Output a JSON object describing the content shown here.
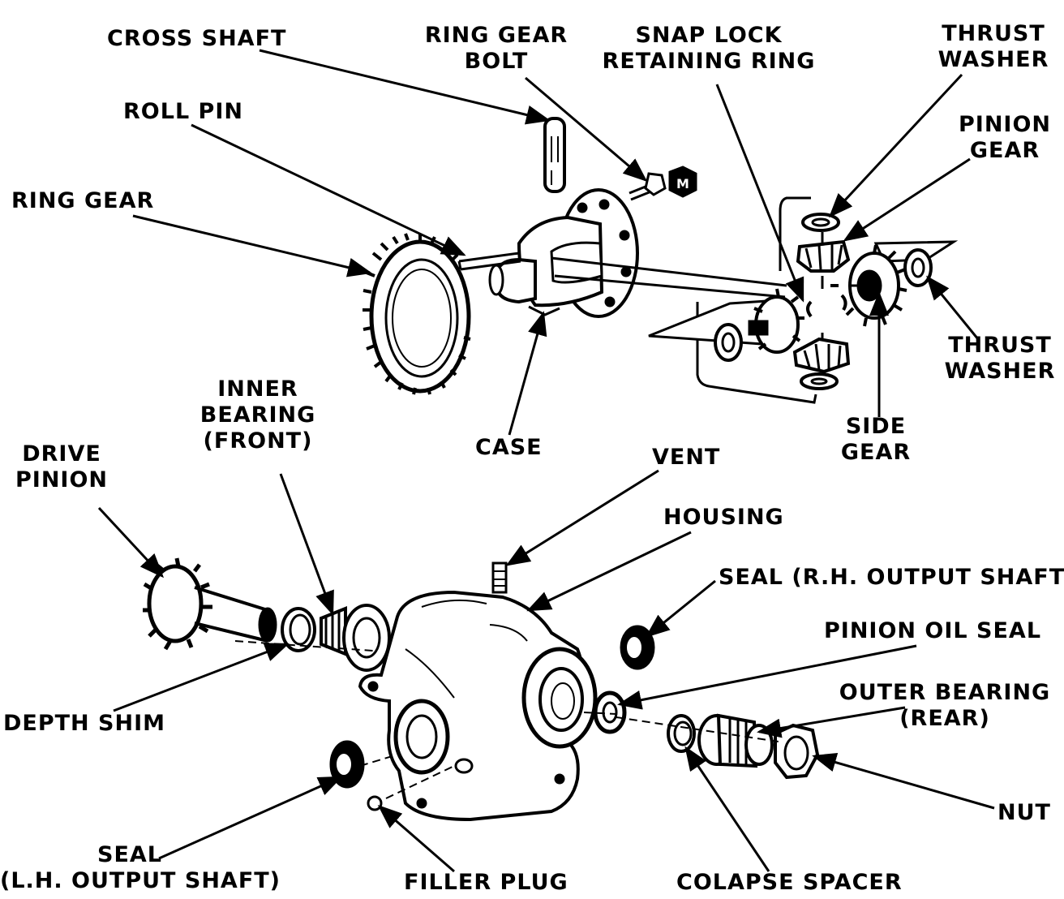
{
  "labels": {
    "cross_shaft": "CROSS SHAFT",
    "ring_gear_bolt": [
      "RING GEAR",
      "BOLT"
    ],
    "snap_lock_retaining_ring": [
      "SNAP LOCK",
      "RETAINING RING"
    ],
    "thrust_washer_top": [
      "THRUST",
      "WASHER"
    ],
    "pinion_gear": [
      "PINION",
      "GEAR"
    ],
    "roll_pin": "ROLL PIN",
    "ring_gear": "RING GEAR",
    "thrust_washer_right": [
      "THRUST",
      "WASHER"
    ],
    "side_gear": [
      "SIDE",
      "GEAR"
    ],
    "case": "CASE",
    "inner_bearing_front": [
      "INNER",
      "BEARING",
      "(FRONT)"
    ],
    "drive_pinion": [
      "DRIVE",
      "PINION"
    ],
    "vent": "VENT",
    "housing": "HOUSING",
    "seal_rh_output_shaft": "SEAL (R.H. OUTPUT SHAFT)",
    "pinion_oil_seal": "PINION OIL SEAL",
    "outer_bearing_rear": [
      "OUTER BEARING",
      "(REAR)"
    ],
    "depth_shim": "DEPTH SHIM",
    "nut": "NUT",
    "seal_lh_output_shaft": [
      "SEAL",
      "(L.H. OUTPUT SHAFT)"
    ],
    "filler_plug": "FILLER PLUG",
    "colapse_spacer": "COLAPSE SPACER"
  },
  "marks": {
    "bolt_head_letter": "M"
  }
}
